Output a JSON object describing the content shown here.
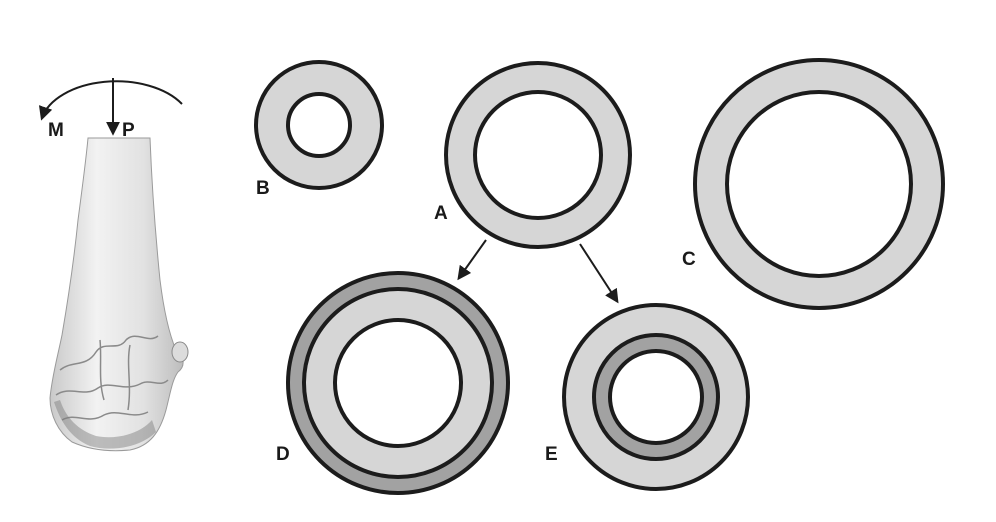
{
  "bone_figure": {
    "labels": {
      "moment": "M",
      "load": "P"
    }
  },
  "cross_sections": [
    {
      "id": "B",
      "label": "B"
    },
    {
      "id": "A",
      "label": "A"
    },
    {
      "id": "C",
      "label": "C"
    },
    {
      "id": "D",
      "label": "D"
    },
    {
      "id": "E",
      "label": "E"
    }
  ],
  "colors": {
    "cortex": "#d6d6d6",
    "added_bone_layer": "#a2a2a2",
    "outline": "#1c1c1c",
    "bone_surface": "#e6e6e6"
  }
}
